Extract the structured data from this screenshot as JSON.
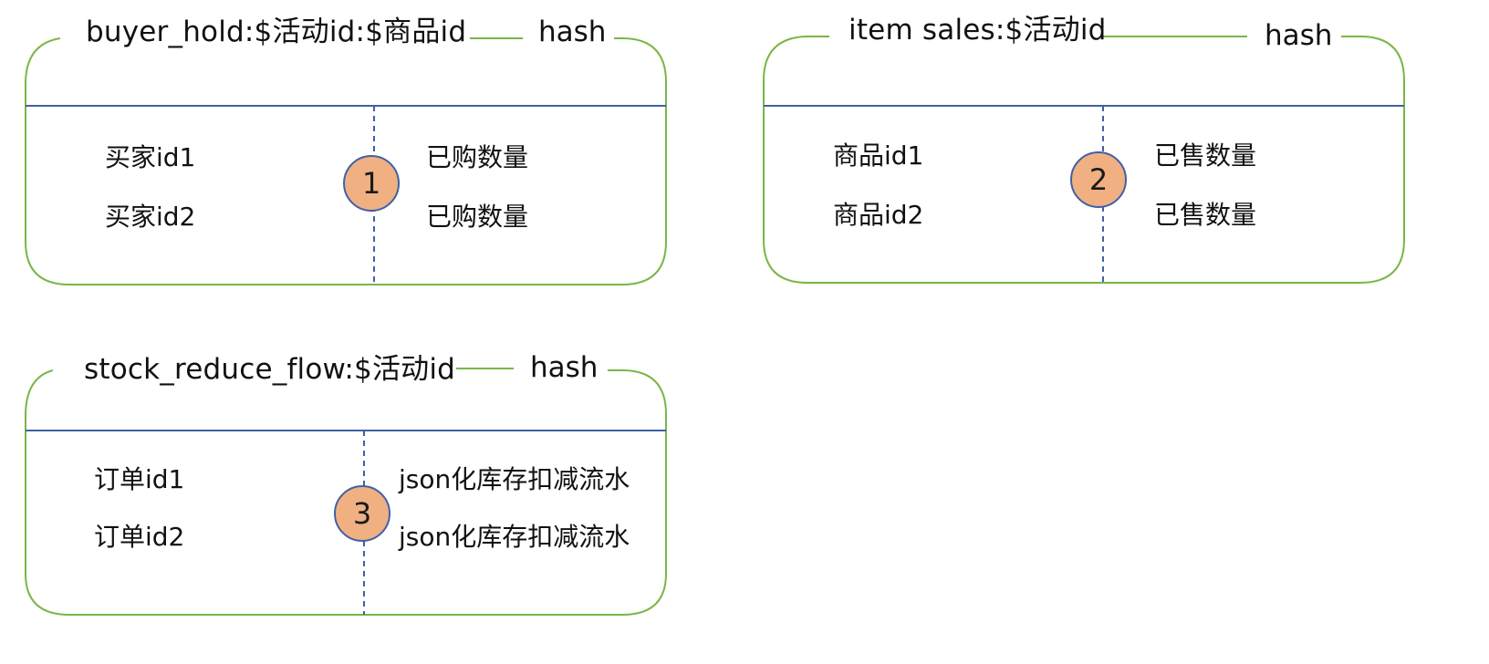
{
  "colors": {
    "frame": "#7ab648",
    "divider": "#4060a8",
    "badge_fill": "#f0b082",
    "badge_border": "#4060a8"
  },
  "boxes": [
    {
      "title": "buyer_hold:$活动id:$商品id",
      "type": "hash",
      "badge": "1",
      "rows": [
        {
          "key": "买家id1",
          "value": "已购数量"
        },
        {
          "key": "买家id2",
          "value": "已购数量"
        }
      ]
    },
    {
      "title": "item sales:$活动id",
      "type": "hash",
      "badge": "2",
      "rows": [
        {
          "key": "商品id1",
          "value": "已售数量"
        },
        {
          "key": "商品id2",
          "value": "已售数量"
        }
      ]
    },
    {
      "title": "stock_reduce_flow:$活动id",
      "type": "hash",
      "badge": "3",
      "rows": [
        {
          "key": "订单id1",
          "value": "json化库存扣减流水"
        },
        {
          "key": "订单id2",
          "value": "json化库存扣减流水"
        }
      ]
    }
  ]
}
